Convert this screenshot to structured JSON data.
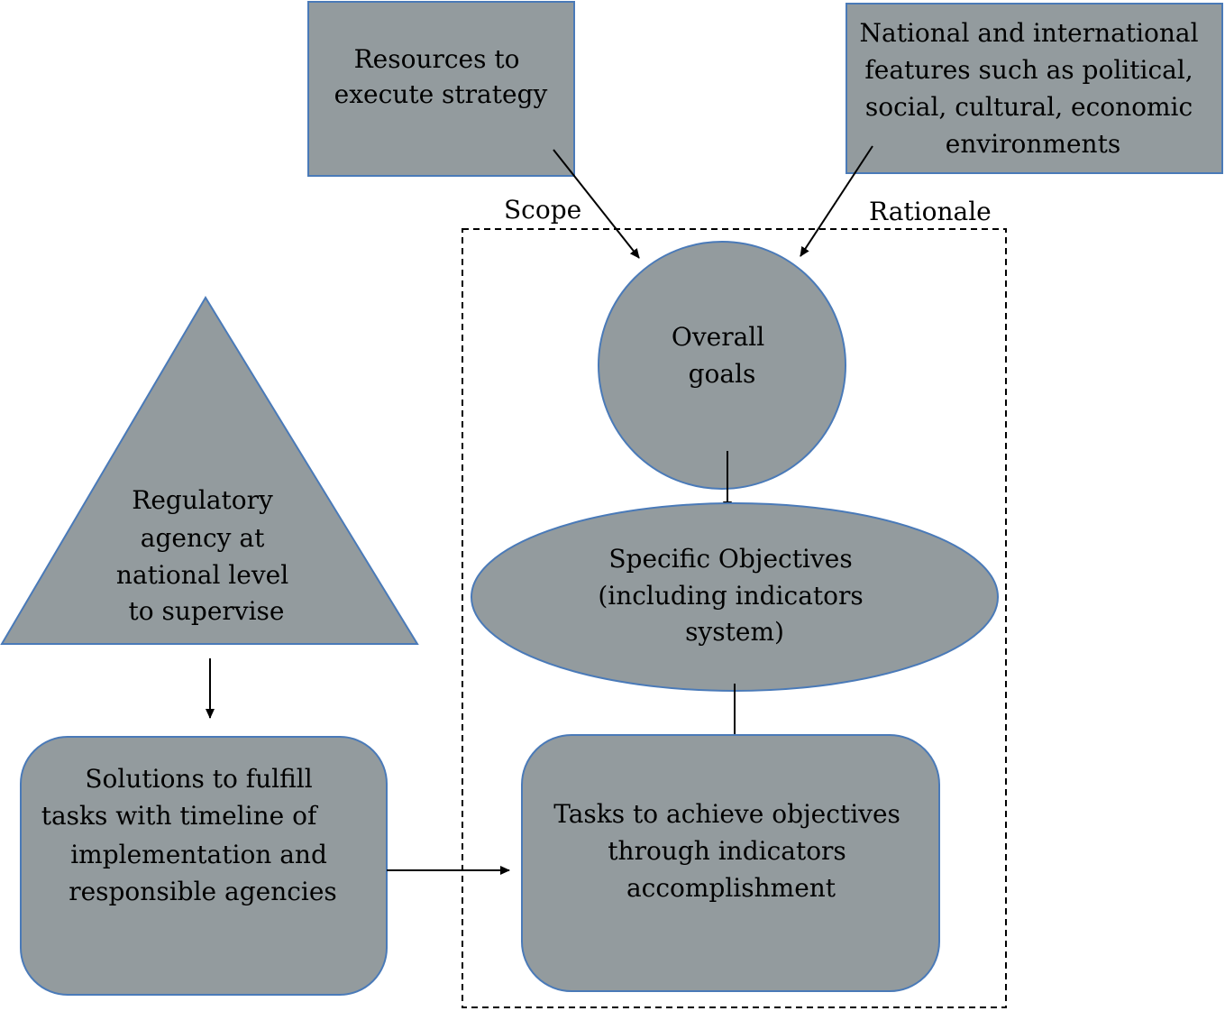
{
  "colors": {
    "node_fill": "#939b9e",
    "node_stroke": "#4a7ab8",
    "edge": "#000000",
    "boundary": "#000000"
  },
  "nodes": {
    "resources": {
      "lines": [
        "Resources to",
        "execute strategy"
      ]
    },
    "national": {
      "lines": [
        "National and international",
        "features such as political,",
        "social, cultural, economic",
        "environments"
      ]
    },
    "overall_goals": {
      "lines": [
        "Overall",
        "goals"
      ]
    },
    "specific_objectives": {
      "lines": [
        "Specific Objectives",
        "(including indicators",
        "system)"
      ]
    },
    "tasks": {
      "lines": [
        "Tasks to achieve objectives",
        "through indicators",
        "accomplishment"
      ]
    },
    "regulatory": {
      "lines": [
        "Regulatory",
        "agency at",
        "national level",
        "to supervise"
      ]
    },
    "solutions": {
      "lines": [
        "Solutions to fulfill",
        "tasks with timeline of",
        "implementation and",
        "responsible agencies"
      ]
    }
  },
  "labels": {
    "scope": "Scope",
    "rationale": "Rationale"
  },
  "edges": [
    {
      "from": "resources",
      "to": "overall_goals",
      "label": "Scope"
    },
    {
      "from": "national",
      "to": "overall_goals",
      "label": "Rationale"
    },
    {
      "from": "overall_goals",
      "to": "specific_objectives"
    },
    {
      "from": "specific_objectives",
      "to": "tasks"
    },
    {
      "from": "regulatory",
      "to": "solutions"
    },
    {
      "from": "solutions",
      "to": "tasks"
    }
  ]
}
